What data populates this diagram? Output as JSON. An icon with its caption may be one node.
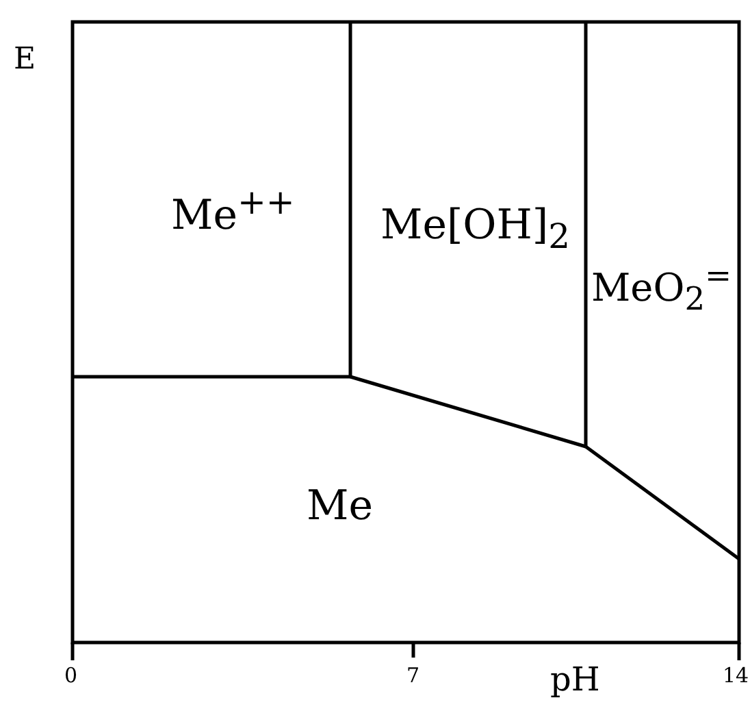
{
  "diagram": {
    "labels": [
      "E",
      "Me$^{++}$",
      "Me[OH]$_{2}$",
      "MeO$_{2}$$^{=}$",
      "Me",
      "0",
      "7",
      "pH",
      "14"
    ]
  }
}
